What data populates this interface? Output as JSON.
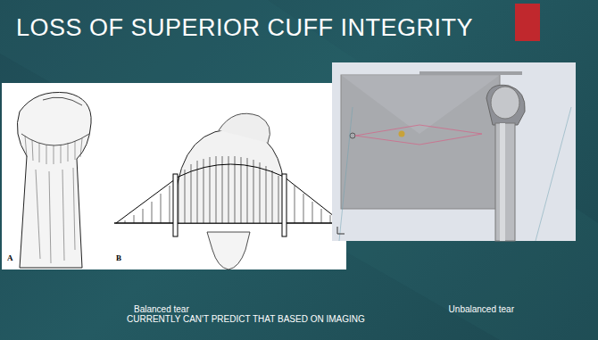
{
  "diagram": {
    "title": "LOSS OF SUPERIOR CUFF INTEGRITY",
    "labels": [
      "A",
      "B",
      "Balanced tear",
      "Unbalanced tear",
      "CURRENTLY CAN'T PREDICT THAT BASED ON IMAGING"
    ]
  }
}
